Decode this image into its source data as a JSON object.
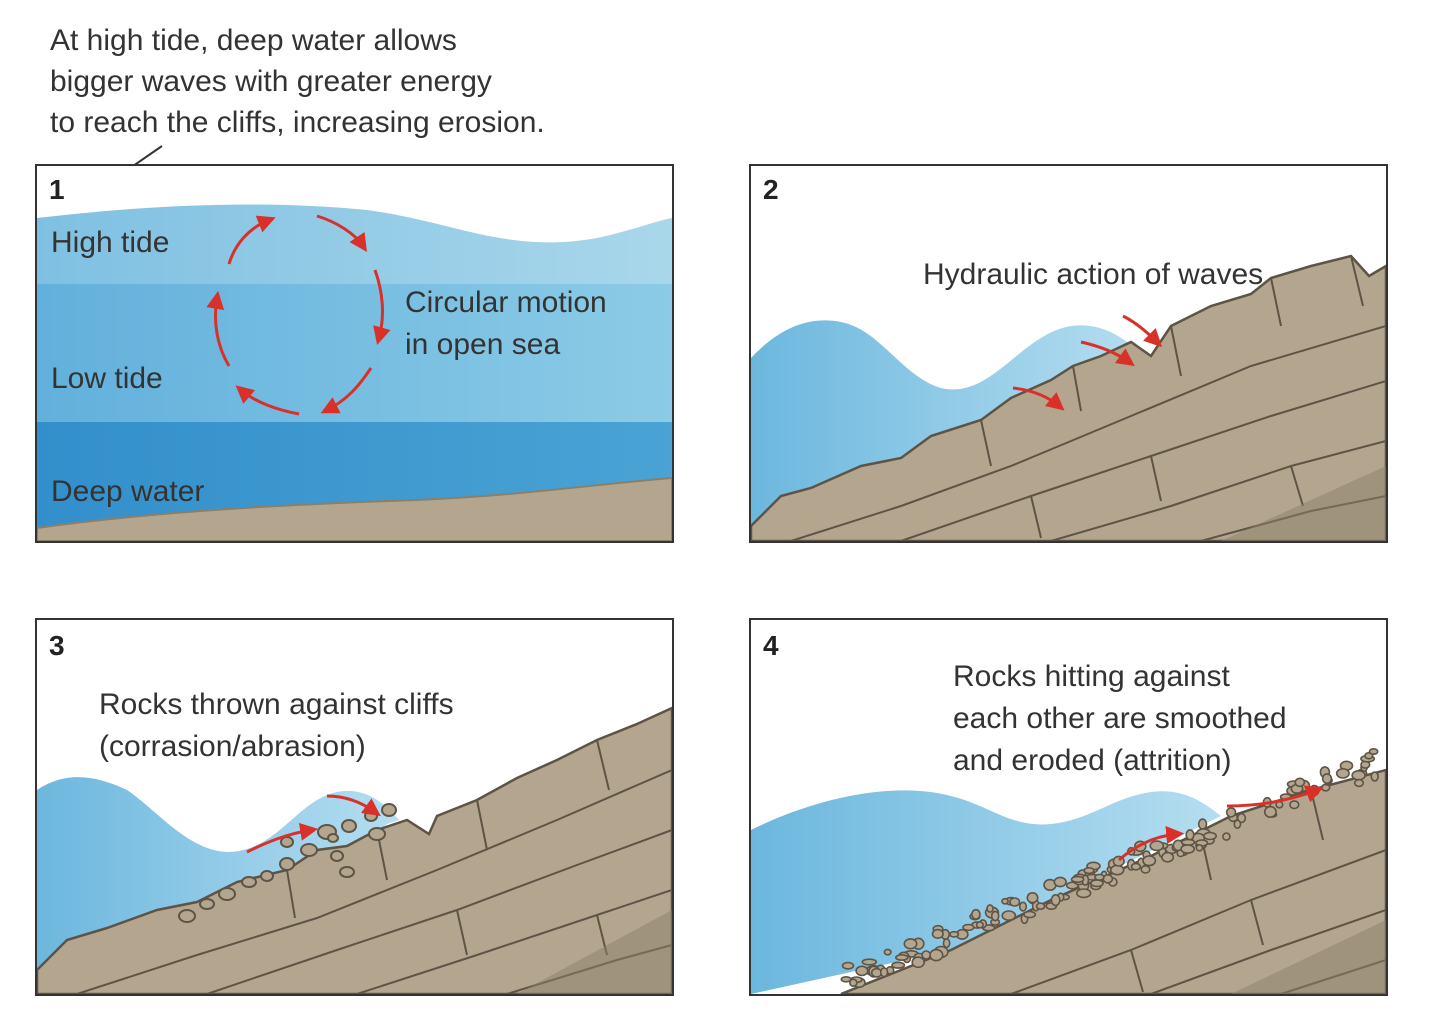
{
  "caption": "At high tide, deep water allows\nbigger waves with greater energy\nto reach the cliffs, increasing erosion.",
  "panels": [
    {
      "number": "1",
      "labels": {
        "high_tide": "High tide",
        "low_tide": "Low tide",
        "deep_water": "Deep water",
        "circular_motion": "Circular motion\nin open sea"
      }
    },
    {
      "number": "2",
      "label": "Hydraulic action of waves"
    },
    {
      "number": "3",
      "label": "Rocks thrown against cliffs\n(corrasion/abrasion)"
    },
    {
      "number": "4",
      "label": "Rocks hitting against\neach other are smoothed\nand eroded (attrition)"
    }
  ],
  "colors": {
    "water_light": "#9fd1e6",
    "water_mid": "#6cb7de",
    "water_deep": "#3d9ad0",
    "rock": "#b4a68e",
    "rock_dark": "#8c7f68",
    "rock_line": "#5e5446",
    "arrow": "#d9302a",
    "outline": "#333333"
  }
}
